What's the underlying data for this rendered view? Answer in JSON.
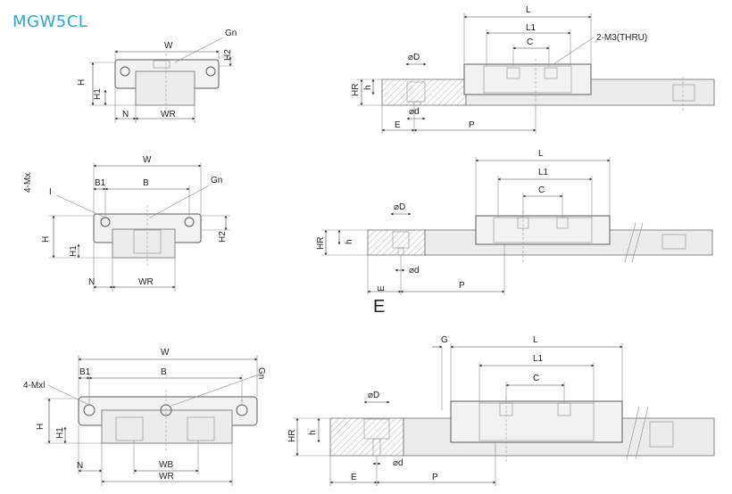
{
  "title": "MGW5CL",
  "labels": {
    "W": "W",
    "Gn": "Gn",
    "G": "G",
    "H2": "H2",
    "H": "H",
    "H1": "H1",
    "HR": "HR",
    "N": "N",
    "WR": "WR",
    "WB": "WB",
    "B": "B",
    "B1": "B1",
    "E": "E",
    "P": "P",
    "L": "L",
    "L1": "L1",
    "C": "C",
    "phiD": "⌀D",
    "phid": "⌀d",
    "h": "h",
    "I": "I",
    "mx": "4-Mx",
    "mxl": "4-Mxl",
    "m3": "2-M3(THRU)",
    "Ebig": "E"
  }
}
